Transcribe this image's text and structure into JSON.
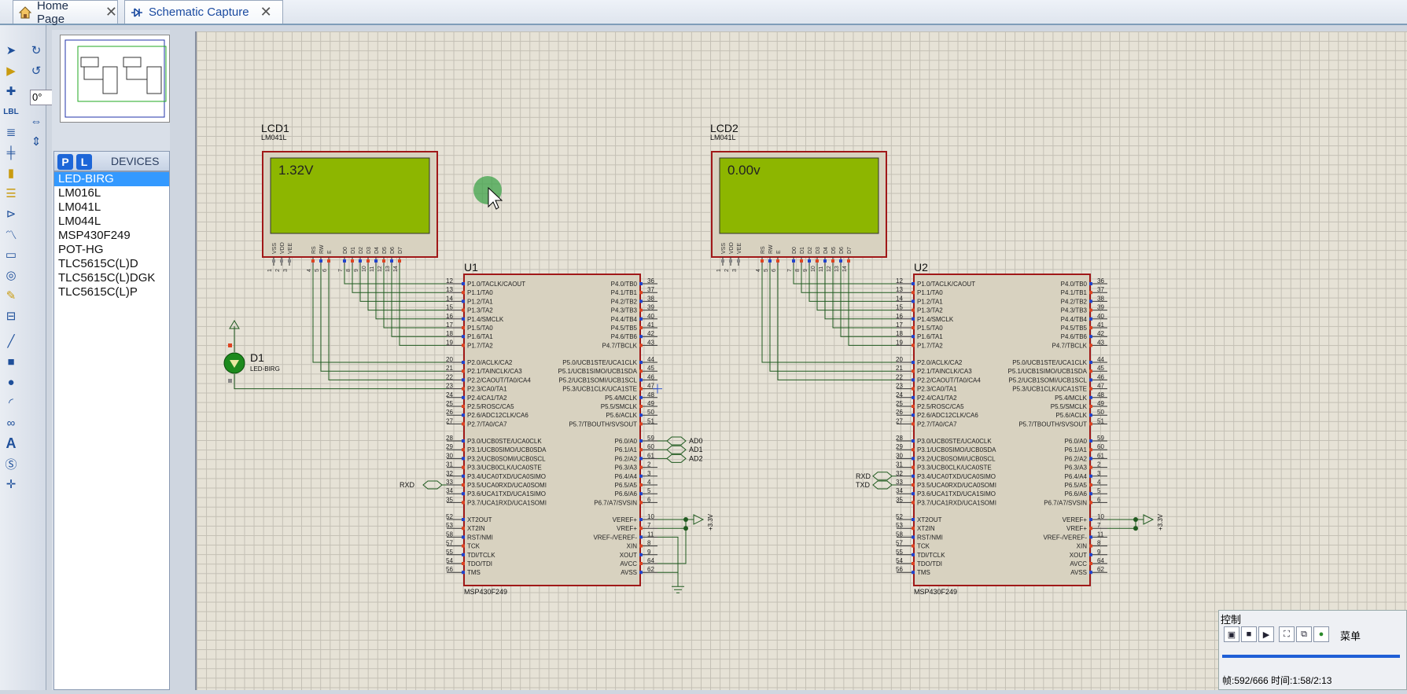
{
  "tabs": [
    {
      "label": "Home Page"
    },
    {
      "label": "Schematic Capture"
    }
  ],
  "rotation": "0°",
  "devices": {
    "title": "DEVICES",
    "p": "P",
    "l": "L",
    "items": [
      "LED-BIRG",
      "LM016L",
      "LM041L",
      "LM044L",
      "MSP430F249",
      "POT-HG",
      "TLC5615C(L)D",
      "TLC5615C(L)DGK",
      "TLC5615C(L)P"
    ],
    "selected": 0
  },
  "lcd1": {
    "ref": "LCD1",
    "part": "LM041L",
    "display": "1.32V"
  },
  "lcd2": {
    "ref": "LCD2",
    "part": "LM041L",
    "display": "0.00v"
  },
  "lcd_pins": [
    "VSS",
    "VDD",
    "VEE",
    "RS",
    "RW",
    "E",
    "D0",
    "D1",
    "D2",
    "D3",
    "D4",
    "D5",
    "D6",
    "D7"
  ],
  "lcd_pin_nums": [
    "1",
    "2",
    "3",
    "4",
    "5",
    "6",
    "7",
    "8",
    "9",
    "10",
    "11",
    "12",
    "13",
    "14"
  ],
  "d1": {
    "ref": "D1",
    "part": "LED-BIRG"
  },
  "u1": {
    "ref": "U1",
    "part": "MSP430F249"
  },
  "u2": {
    "ref": "U2",
    "part": "MSP430F249"
  },
  "mcu_left": [
    [
      "12",
      "P1.0/TACLK/CAOUT"
    ],
    [
      "13",
      "P1.1/TA0"
    ],
    [
      "14",
      "P1.2/TA1"
    ],
    [
      "15",
      "P1.3/TA2"
    ],
    [
      "16",
      "P1.4/SMCLK"
    ],
    [
      "17",
      "P1.5/TA0"
    ],
    [
      "18",
      "P1.6/TA1"
    ],
    [
      "19",
      "P1.7/TA2"
    ],
    [
      "20",
      "P2.0/ACLK/CA2"
    ],
    [
      "21",
      "P2.1/TAINCLK/CA3"
    ],
    [
      "22",
      "P2.2/CAOUT/TA0/CA4"
    ],
    [
      "23",
      "P2.3/CA0/TA1"
    ],
    [
      "24",
      "P2.4/CA1/TA2"
    ],
    [
      "25",
      "P2.5/ROSC/CA5"
    ],
    [
      "26",
      "P2.6/ADC12CLK/CA6"
    ],
    [
      "27",
      "P2.7/TA0/CA7"
    ],
    [
      "28",
      "P3.0/UCB0STE/UCA0CLK"
    ],
    [
      "29",
      "P3.1/UCB0SIMO/UCB0SDA"
    ],
    [
      "30",
      "P3.2/UCB0SOMI/UCB0SCL"
    ],
    [
      "31",
      "P3.3/UCB0CLK/UCA0STE"
    ],
    [
      "32",
      "P3.4/UCA0TXD/UCA0SIMO"
    ],
    [
      "33",
      "P3.5/UCA0RXD/UCA0SOMI"
    ],
    [
      "34",
      "P3.6/UCA1TXD/UCA1SIMO"
    ],
    [
      "35",
      "P3.7/UCA1RXD/UCA1SOMI"
    ],
    [
      "52",
      "XT2OUT"
    ],
    [
      "53",
      "XT2IN"
    ],
    [
      "58",
      "RST/NMI"
    ],
    [
      "57",
      "TCK"
    ],
    [
      "55",
      "TDI/TCLK"
    ],
    [
      "54",
      "TDO/TDI"
    ],
    [
      "56",
      "TMS"
    ]
  ],
  "mcu_right": [
    [
      "36",
      "P4.0/TB0"
    ],
    [
      "37",
      "P4.1/TB1"
    ],
    [
      "38",
      "P4.2/TB2"
    ],
    [
      "39",
      "P4.3/TB3"
    ],
    [
      "40",
      "P4.4/TB4"
    ],
    [
      "41",
      "P4.5/TB5"
    ],
    [
      "42",
      "P4.6/TB6"
    ],
    [
      "43",
      "P4.7/TBCLK"
    ],
    [
      "44",
      "P5.0/UCB1STE/UCA1CLK"
    ],
    [
      "45",
      "P5.1/UCB1SIMO/UCB1SDA"
    ],
    [
      "46",
      "P5.2/UCB1SOMI/UCB1SCL"
    ],
    [
      "47",
      "P5.3/UCB1CLK/UCA1STE"
    ],
    [
      "48",
      "P5.4/MCLK"
    ],
    [
      "49",
      "P5.5/SMCLK"
    ],
    [
      "50",
      "P5.6/ACLK"
    ],
    [
      "51",
      "P5.7/TBOUTH/SVSOUT"
    ],
    [
      "59",
      "P6.0/A0"
    ],
    [
      "60",
      "P6.1/A1"
    ],
    [
      "61",
      "P6.2/A2"
    ],
    [
      "2",
      "P6.3/A3"
    ],
    [
      "3",
      "P6.4/A4"
    ],
    [
      "4",
      "P6.5/A5"
    ],
    [
      "5",
      "P6.6/A6"
    ],
    [
      "6",
      "P6.7/A7/SVSIN"
    ],
    [
      "10",
      "VEREF+"
    ],
    [
      "7",
      "VREF+"
    ],
    [
      "11",
      "VREF-/VEREF-"
    ],
    [
      "8",
      "XIN"
    ],
    [
      "9",
      "XOUT"
    ],
    [
      "64",
      "AVCC"
    ],
    [
      "62",
      "AVSS"
    ]
  ],
  "labels": {
    "ad0": "AD0",
    "ad1": "AD1",
    "ad2": "AD2",
    "rxd": "RXD",
    "txd": "TXD",
    "v33": "+3.3V"
  },
  "control": {
    "title": "控制",
    "menu": "菜单",
    "status": "帧:592/666 时间:1:58/2:13"
  }
}
